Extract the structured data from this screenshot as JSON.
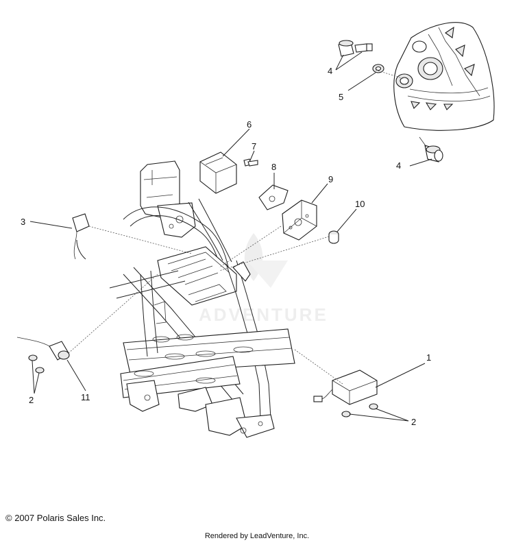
{
  "diagram": {
    "callouts": [
      {
        "id": "c1",
        "label": "1"
      },
      {
        "id": "c2a",
        "label": "2"
      },
      {
        "id": "c2b",
        "label": "2"
      },
      {
        "id": "c3",
        "label": "3"
      },
      {
        "id": "c4a",
        "label": "4"
      },
      {
        "id": "c4b",
        "label": "4"
      },
      {
        "id": "c5",
        "label": "5"
      },
      {
        "id": "c6",
        "label": "6"
      },
      {
        "id": "c7",
        "label": "7"
      },
      {
        "id": "c8",
        "label": "8"
      },
      {
        "id": "c9",
        "label": "9"
      },
      {
        "id": "c10",
        "label": "10"
      },
      {
        "id": "c11",
        "label": "11"
      }
    ],
    "watermark": "ADVENTURE"
  },
  "footer": {
    "copyright": "© 2007 Polaris Sales Inc.",
    "rendered_by": "Rendered by LeadVenture, Inc."
  },
  "colors": {
    "line": "#222222",
    "watermark": "#d8d8d8"
  }
}
